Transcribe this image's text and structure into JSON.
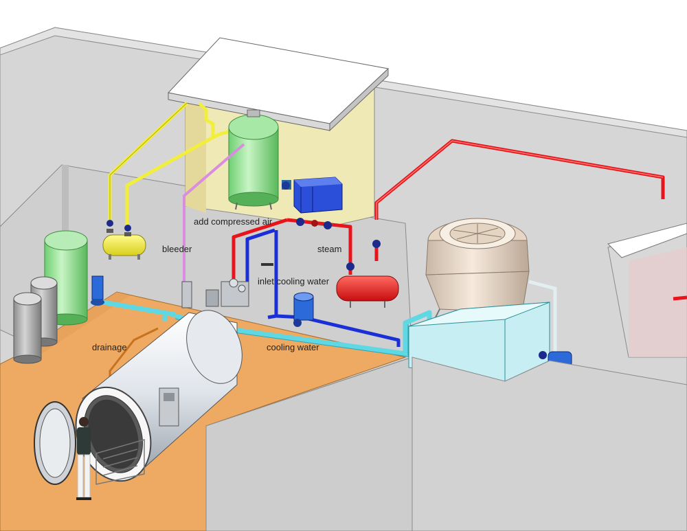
{
  "labels": {
    "add_compressed_air": "add compressed air",
    "bleeder": "bleeder",
    "steam": "steam",
    "inlet_cooling_water": "inlet cooling water",
    "drainage": "drainage",
    "cooling_water": "cooling water"
  },
  "colors": {
    "steam_pipe": "#e8141b",
    "compressed_air_pipe": "#f2ee3c",
    "bleeder_pipe": "#d98ce0",
    "inlet_cooling_pipe": "#1a2fd6",
    "cooling_water_pipe": "#5fd8e3",
    "drainage_pipe": "#c8721e",
    "floor": "#eeaa62",
    "air_tank": "#9ae39b",
    "cooling_tower": "#e7d6c4",
    "water_tank": "#c7eef2",
    "control_box": "#2b4fd8",
    "retort": "#e8ecf1"
  }
}
